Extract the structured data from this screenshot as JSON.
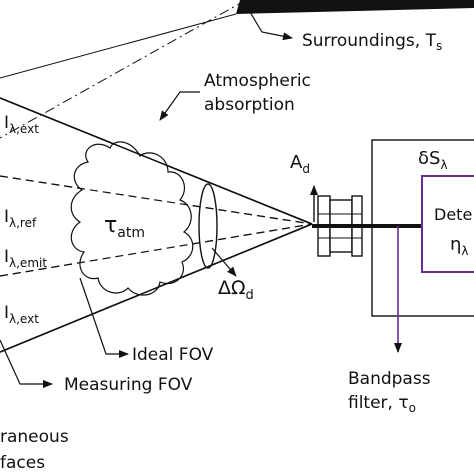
{
  "labels": {
    "surroundings": "Surroundings, T",
    "surroundings_sub": "s",
    "atmospheric_absorption_1": "Atmospheric",
    "atmospheric_absorption_2": "absorption",
    "i_ext_top": "I",
    "i_ext_top_sub": "λ,ext",
    "i_ref": "I",
    "i_ref_sub": "λ,ref",
    "i_emit": "I",
    "i_emit_sub": "λ,emit",
    "i_ext_bottom": "I",
    "i_ext_bottom_sub": "λ,ext",
    "tau_atm": "τ",
    "tau_atm_sub": "atm",
    "delta_omega": "ΔΩ",
    "delta_omega_sub": "d",
    "area_detector": "A",
    "area_detector_sub": "d",
    "ideal_fov": "Ideal FOV",
    "measuring_fov": "Measuring FOV",
    "extraneous_1": "raneous",
    "extraneous_2": "faces",
    "bandpass_1": "Bandpass",
    "bandpass_2": "filter, τ",
    "bandpass_sub": "o",
    "responsivity": "δS",
    "responsivity_sub": "λ",
    "detector": "Dete",
    "eta": "η",
    "eta_sub": "λ"
  }
}
